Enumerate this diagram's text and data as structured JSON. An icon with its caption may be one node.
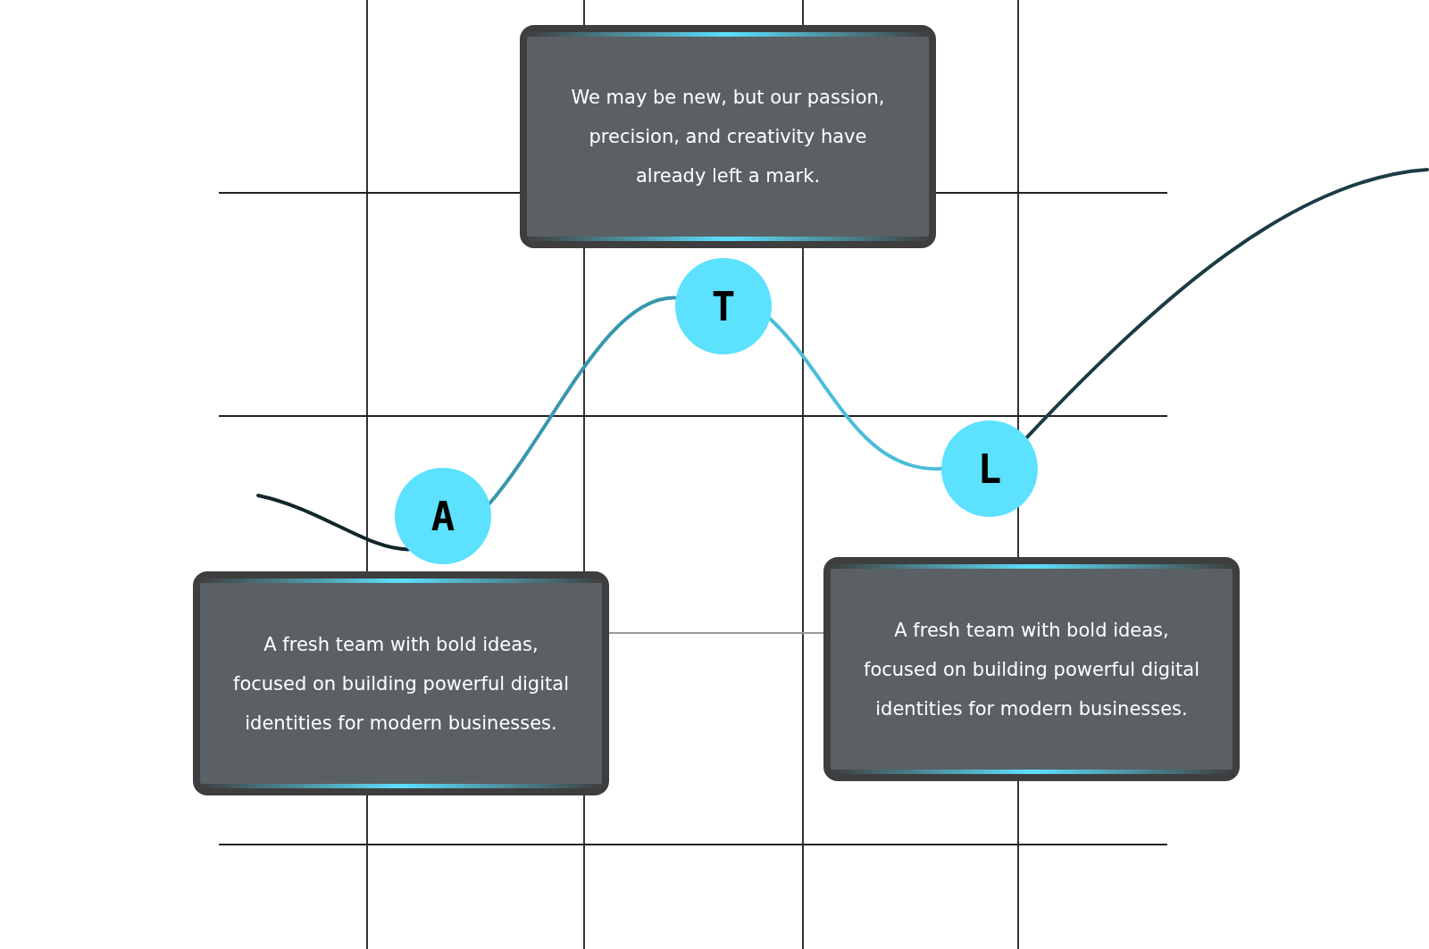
{
  "diagram": {
    "nodes": [
      {
        "text": [
          "We may be new, but our passion, precision, and creativity have already left a mark."
        ]
      },
      {
        "text": [
          "T"
        ]
      },
      {
        "text": [
          "A"
        ]
      },
      {
        "text": [
          "L"
        ]
      },
      {
        "text": [
          "A fresh team with bold ideas, focused on building powerful digital identities for modern businesses."
        ]
      },
      {
        "text": [
          "A fresh team with bold ideas, focused on building powerful digital identities for modern businesses."
        ]
      }
    ],
    "edges": [
      {
        "from": null,
        "to": 2,
        "arrow": "none",
        "color": "#12262b"
      },
      {
        "from": 2,
        "to": 1,
        "arrow": "none",
        "color": "#3797ad"
      },
      {
        "from": 1,
        "to": 3,
        "arrow": "none",
        "color": "#49bed8"
      },
      {
        "from": 3,
        "to": null,
        "arrow": "none",
        "color": "#1b3c44"
      }
    ]
  }
}
